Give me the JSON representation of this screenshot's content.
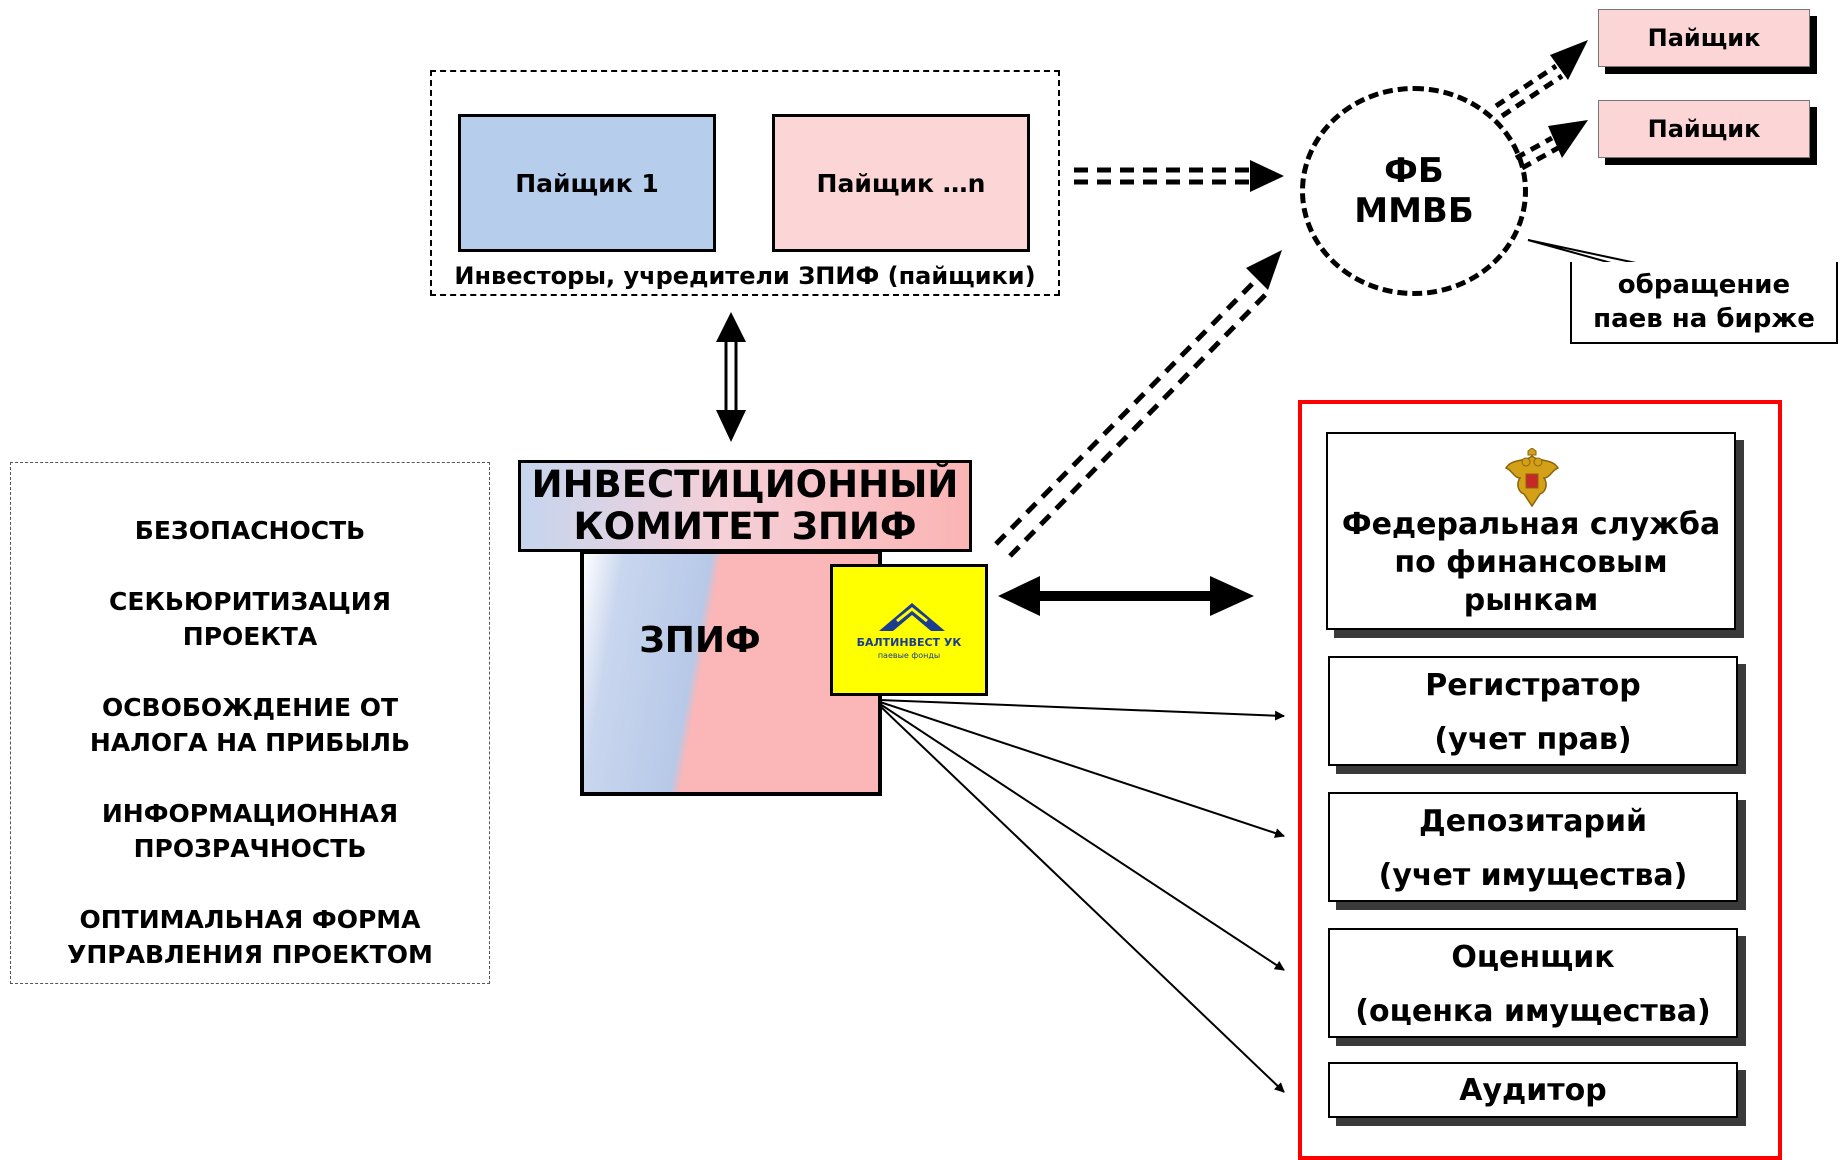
{
  "investors": {
    "holder_1": "Пайщик 1",
    "holder_n": "Пайщик …n",
    "caption": "Инвесторы, учредители ЗПИФ (пайщики)"
  },
  "exchange": {
    "line_1": "ФБ",
    "line_2": "ММВБ",
    "holder_top": "Пайщик",
    "holder_bottom": "Пайщик",
    "callout_line_1": "обращение",
    "callout_line_2": "паев на бирже"
  },
  "fund": {
    "committee_line_1": "ИНВЕСТИЦИОННЫЙ",
    "committee_line_2": "КОМИТЕТ ЗПИФ",
    "label": "ЗПИФ",
    "logo_title": "БАЛТИНВЕСТ УК",
    "logo_subtitle": "паевые фонды"
  },
  "advantages": [
    [
      "БЕЗОПАСНОСТЬ"
    ],
    [
      "СЕКЬЮРИТИЗАЦИЯ",
      "ПРОЕКТА"
    ],
    [
      "ОСВОБОЖДЕНИЕ ОТ",
      "НАЛОГА НА ПРИБЫЛЬ"
    ],
    [
      "ИНФОРМАЦИОННАЯ",
      "ПРОЗРАЧНОСТЬ"
    ],
    [
      "ОПТИМАЛЬНАЯ ФОРМА",
      "УПРАВЛЕНИЯ ПРОЕКТОМ"
    ]
  ],
  "services": {
    "regulator": [
      "Федеральная служба",
      "по финансовым",
      "рынкам"
    ],
    "registrar": [
      "Регистратор",
      "(учет прав)"
    ],
    "depository": [
      "Депозитарий",
      "(учет имущества)"
    ],
    "appraiser": [
      "Оценщик",
      "(оценка имущества)"
    ],
    "auditor": "Аудитор"
  },
  "colors": {
    "investor_blue": "#b6cdec",
    "investor_pink": "#fcd6d6",
    "logo_yellow": "#ffff00",
    "panel_border_red": "#ff0000"
  },
  "icons": {
    "regulator_emblem": "russian-coat-of-arms-icon",
    "logo_mark": "baltinvest-logo-icon"
  }
}
